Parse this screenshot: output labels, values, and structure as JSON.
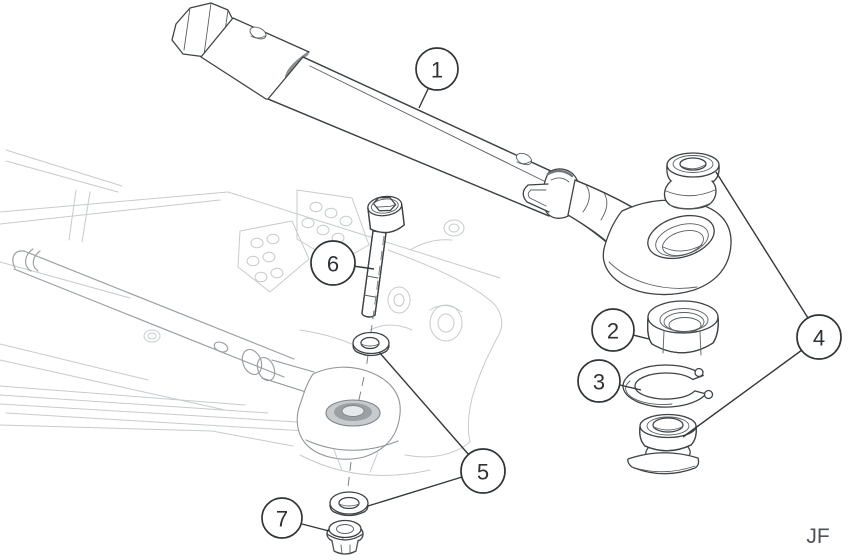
{
  "diagram": {
    "initials": "JF",
    "callouts": [
      {
        "label": "1"
      },
      {
        "label": "2"
      },
      {
        "label": "3"
      },
      {
        "label": "4"
      },
      {
        "label": "5"
      },
      {
        "label": "6"
      },
      {
        "label": "7"
      }
    ],
    "colors": {
      "ink": "#3e4347",
      "mid": "#8f959a",
      "faint": "#c6cbce",
      "paper": "#ffffff"
    }
  }
}
